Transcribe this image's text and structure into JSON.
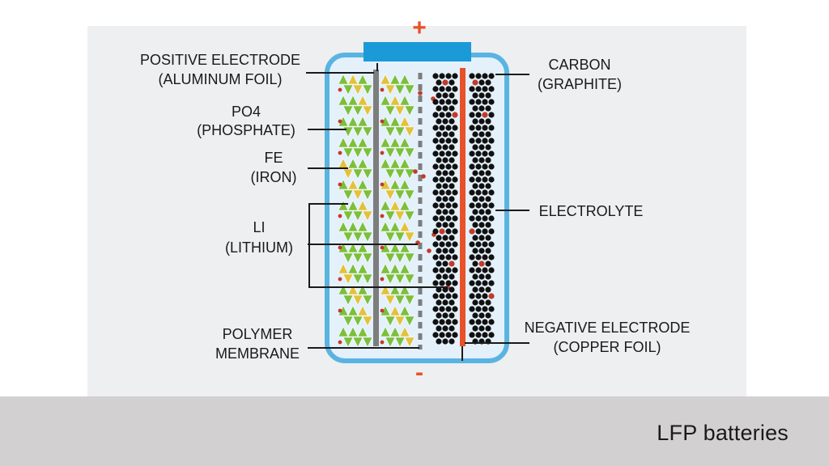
{
  "diagram": {
    "terminals": {
      "positive": "+",
      "negative": "-"
    },
    "labels": {
      "positive_electrode": {
        "line1": "POSITIVE ELECTRODE",
        "line2": "(ALUMINUM FOIL)"
      },
      "phosphate": {
        "line1": "PO4",
        "line2": "(PHOSPHATE)"
      },
      "iron": {
        "line1": "FE",
        "line2": "(IRON)"
      },
      "lithium": {
        "line1": "LI",
        "line2": "(LITHIUM)"
      },
      "polymer_membrane": {
        "line1": "POLYMER",
        "line2": "MEMBRANE"
      },
      "carbon": {
        "line1": "CARBON",
        "line2": "(GRAPHITE)"
      },
      "electrolyte": {
        "line1": "ELECTROLYTE"
      },
      "negative_electrode": {
        "line1": "NEGATIVE ELECTRODE",
        "line2": "(COPPER FOIL)"
      }
    },
    "colors": {
      "panel": "#eeeff0",
      "cell_fill": "#e4f1fa",
      "cell_border": "#5ab4e2",
      "terminal_cap": "#1b9ad8",
      "sign": "#e8512a",
      "phosphate_green": "#7cbf3c",
      "iron_yellow": "#e2c23a",
      "lithium_red": "#c43a2a",
      "aluminum_foil": "#7d7d7d",
      "copper_foil": "#e8512a",
      "graphite_black": "#111111"
    }
  },
  "footer": {
    "caption": "LFP batteries"
  }
}
